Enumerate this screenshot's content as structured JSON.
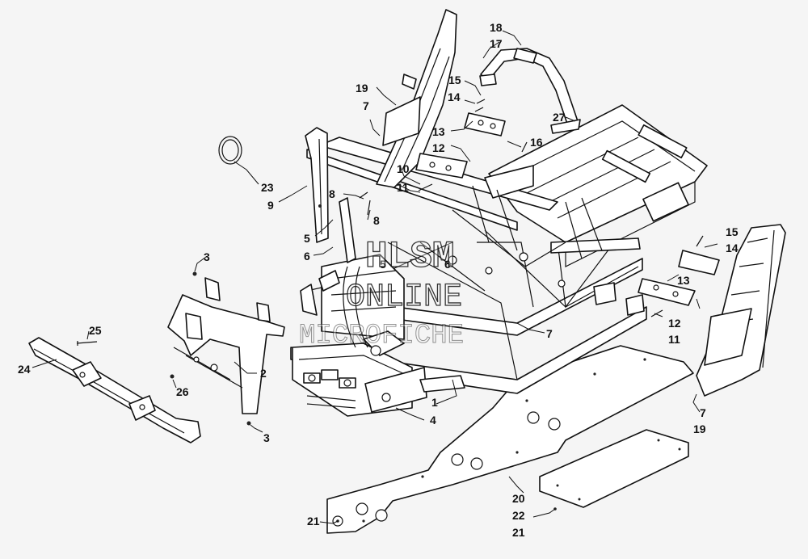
{
  "watermark": {
    "line1": "HLSM",
    "line2": "ONLINE",
    "line3": "MICROFICHE"
  },
  "callouts": [
    {
      "id": "c1",
      "text": "1"
    },
    {
      "id": "c2",
      "text": "2"
    },
    {
      "id": "c3a",
      "text": "3"
    },
    {
      "id": "c3b",
      "text": "3"
    },
    {
      "id": "c4",
      "text": "4"
    },
    {
      "id": "c5a",
      "text": "5"
    },
    {
      "id": "c5b",
      "text": "5"
    },
    {
      "id": "c6a",
      "text": "6"
    },
    {
      "id": "c6b",
      "text": "6"
    },
    {
      "id": "c7a",
      "text": "7"
    },
    {
      "id": "c7b",
      "text": "7"
    },
    {
      "id": "c7c",
      "text": "7"
    },
    {
      "id": "c8a",
      "text": "8"
    },
    {
      "id": "c8b",
      "text": "8"
    },
    {
      "id": "c9",
      "text": "9"
    },
    {
      "id": "c10",
      "text": "10"
    },
    {
      "id": "c11a",
      "text": "11"
    },
    {
      "id": "c11b",
      "text": "11"
    },
    {
      "id": "c12a",
      "text": "12"
    },
    {
      "id": "c12b",
      "text": "12"
    },
    {
      "id": "c13a",
      "text": "13"
    },
    {
      "id": "c13b",
      "text": "13"
    },
    {
      "id": "c14a",
      "text": "14"
    },
    {
      "id": "c14b",
      "text": "14"
    },
    {
      "id": "c15a",
      "text": "15"
    },
    {
      "id": "c15b",
      "text": "15"
    },
    {
      "id": "c16",
      "text": "16"
    },
    {
      "id": "c17",
      "text": "17"
    },
    {
      "id": "c18",
      "text": "18"
    },
    {
      "id": "c19a",
      "text": "19"
    },
    {
      "id": "c19b",
      "text": "19"
    },
    {
      "id": "c20",
      "text": "20"
    },
    {
      "id": "c21a",
      "text": "21"
    },
    {
      "id": "c21b",
      "text": "21"
    },
    {
      "id": "c22",
      "text": "22"
    },
    {
      "id": "c23",
      "text": "23"
    },
    {
      "id": "c24",
      "text": "24"
    },
    {
      "id": "c25",
      "text": "25"
    },
    {
      "id": "c26",
      "text": "26"
    },
    {
      "id": "c27",
      "text": "27"
    }
  ]
}
